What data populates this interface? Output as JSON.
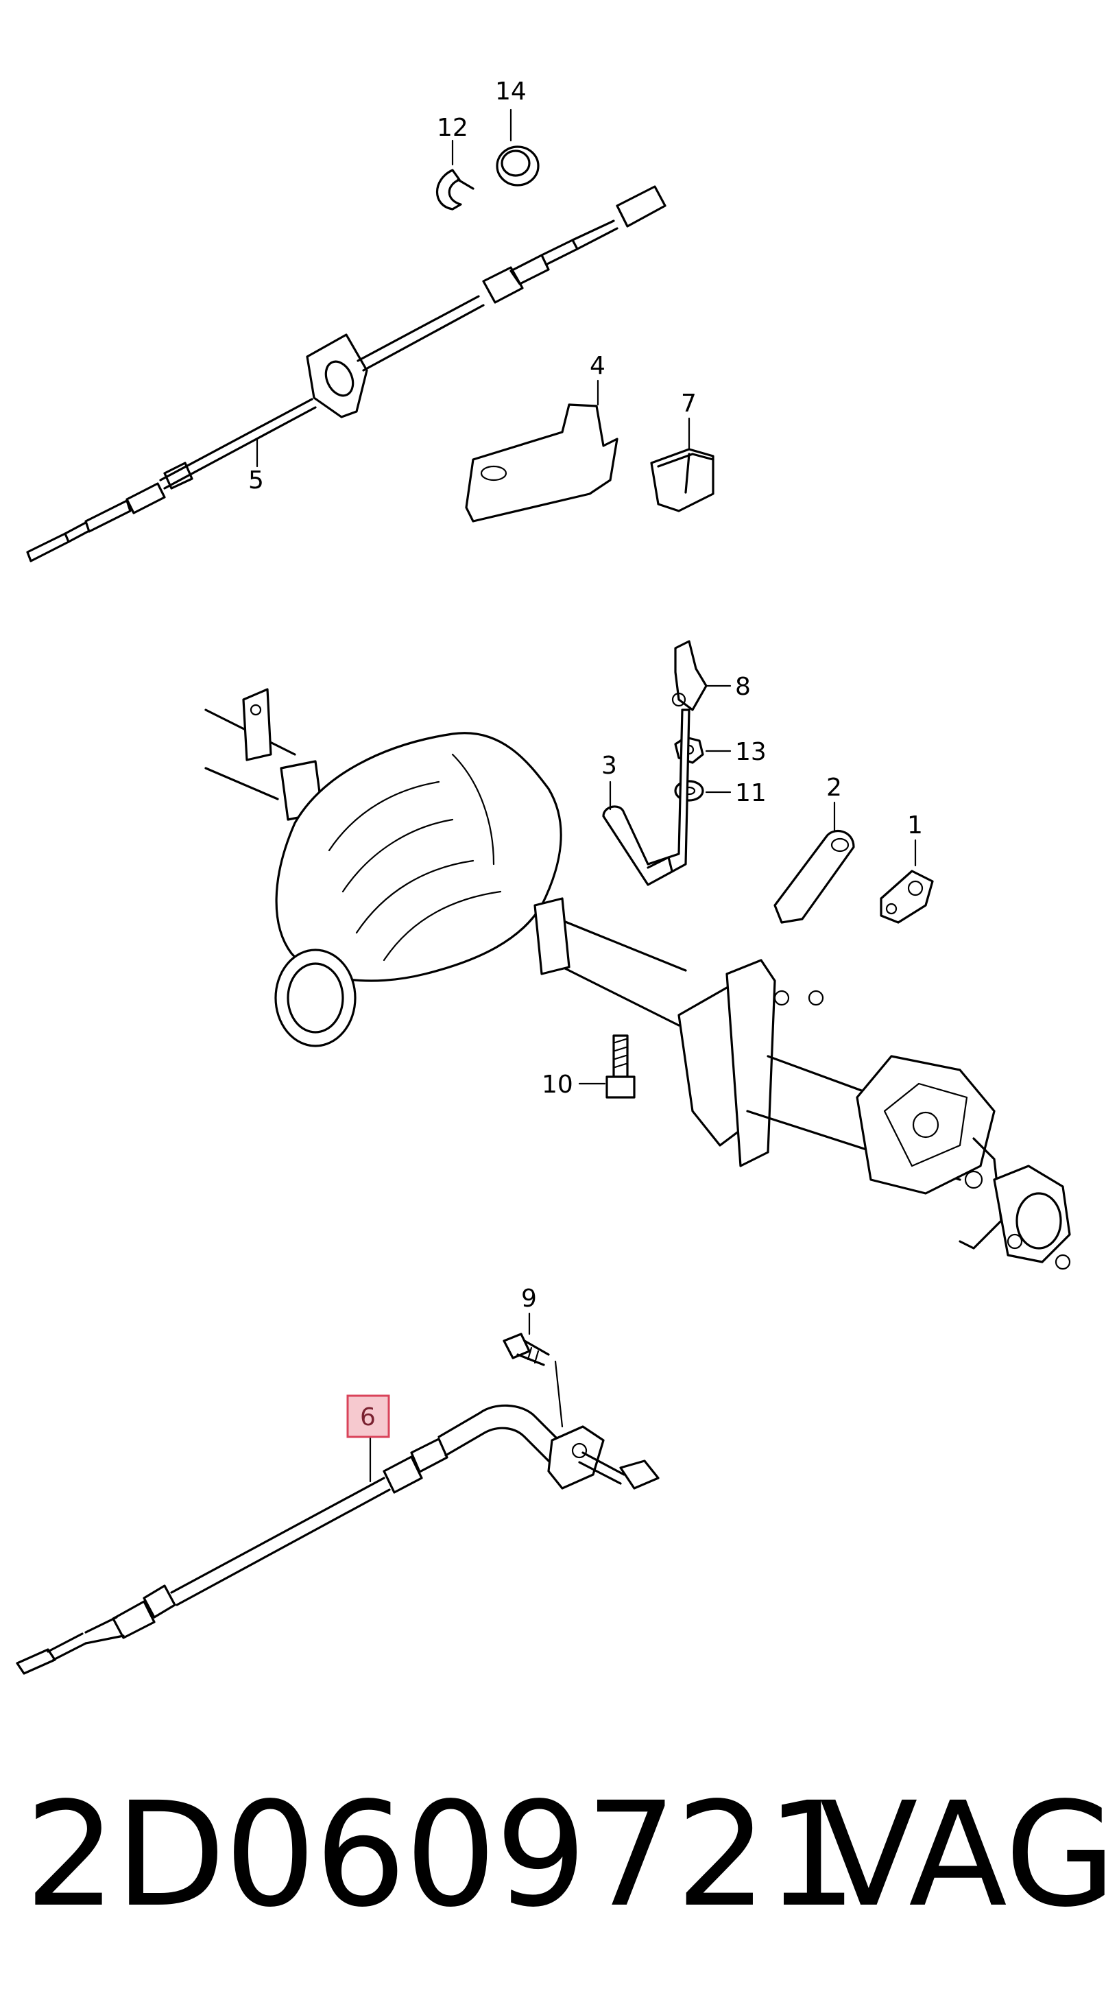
{
  "callouts": {
    "c1": "1",
    "c2": "2",
    "c3": "3",
    "c4": "4",
    "c5": "5",
    "c6": "6",
    "c7": "7",
    "c8": "8",
    "c9": "9",
    "c10": "10",
    "c11": "11",
    "c12": "12",
    "c13": "13",
    "c14": "14"
  },
  "highlighted_callout": "6",
  "highlight_color": "#d9435a",
  "footer": {
    "part_number": "2D0609721",
    "brand": "VAG"
  }
}
